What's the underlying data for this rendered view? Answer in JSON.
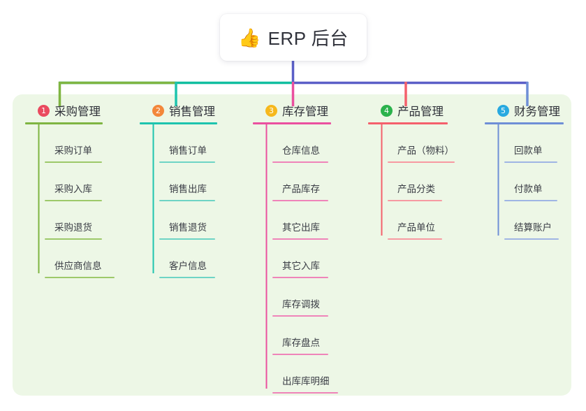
{
  "diagram": {
    "type": "mindmap",
    "title": "ERP 后台",
    "root": {
      "icon": "thumbs-up-icon",
      "emoji": "👍",
      "label": "ERP 后台"
    },
    "panel_color": "#edf7e6",
    "root_connector_color": "#5b5fc7",
    "bus_left_color": "#12bfa0",
    "bus_right_color": "#5b5fc7",
    "branches": [
      {
        "index": "1",
        "label": "采购管理",
        "badge_color": "#ea4a5f",
        "line_color": "#7fb542",
        "children": [
          {
            "label": "采购订单"
          },
          {
            "label": "采购入库"
          },
          {
            "label": "采购退货"
          },
          {
            "label": "供应商信息"
          }
        ]
      },
      {
        "index": "2",
        "label": "销售管理",
        "badge_color": "#f3873a",
        "line_color": "#1ec4ae",
        "children": [
          {
            "label": "销售订单"
          },
          {
            "label": "销售出库"
          },
          {
            "label": "销售退货"
          },
          {
            "label": "客户信息"
          }
        ]
      },
      {
        "index": "3",
        "label": "库存管理",
        "badge_color": "#f6b81c",
        "line_color": "#ea509f",
        "children": [
          {
            "label": "仓库信息"
          },
          {
            "label": "产品库存"
          },
          {
            "label": "其它出库"
          },
          {
            "label": "其它入库"
          },
          {
            "label": "库存调拨"
          },
          {
            "label": "库存盘点"
          },
          {
            "label": "出库库明细"
          }
        ]
      },
      {
        "index": "4",
        "label": "产品管理",
        "badge_color": "#2bb24c",
        "line_color": "#f4606c",
        "children": [
          {
            "label": "产品（物料）"
          },
          {
            "label": "产品分类"
          },
          {
            "label": "产品单位"
          }
        ]
      },
      {
        "index": "5",
        "label": "财务管理",
        "badge_color": "#28a9e0",
        "line_color": "#6f8fd6",
        "children": [
          {
            "label": "回款单"
          },
          {
            "label": "付款单"
          },
          {
            "label": "结算账户"
          }
        ]
      }
    ]
  }
}
